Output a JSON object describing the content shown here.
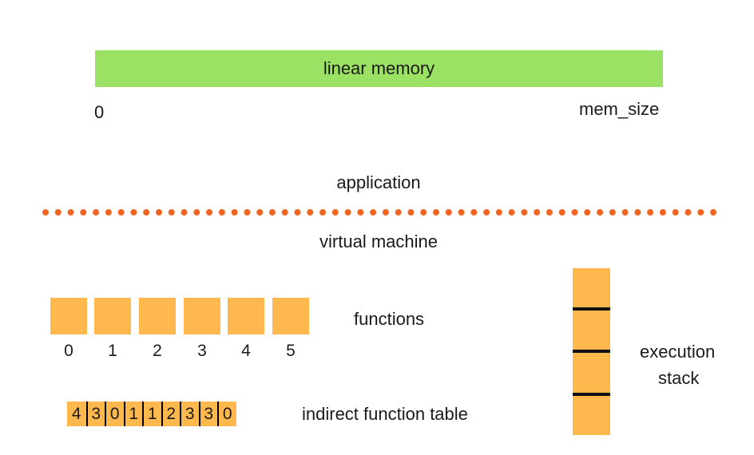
{
  "memory": {
    "label": "linear memory",
    "start_label": "0",
    "end_label": "mem_size",
    "color": "#9be264"
  },
  "layers": {
    "application": "application",
    "virtual_machine": "virtual machine",
    "divider_color": "#f26522"
  },
  "functions": {
    "label": "functions",
    "indices": [
      "0",
      "1",
      "2",
      "3",
      "4",
      "5"
    ],
    "color": "#ffb84d"
  },
  "indirect_table": {
    "label": "indirect function table",
    "entries": [
      "4",
      "3",
      "0",
      "1",
      "1",
      "2",
      "3",
      "3",
      "0"
    ]
  },
  "stack": {
    "label_line1": "execution",
    "label_line2": "stack",
    "frames": 4
  }
}
